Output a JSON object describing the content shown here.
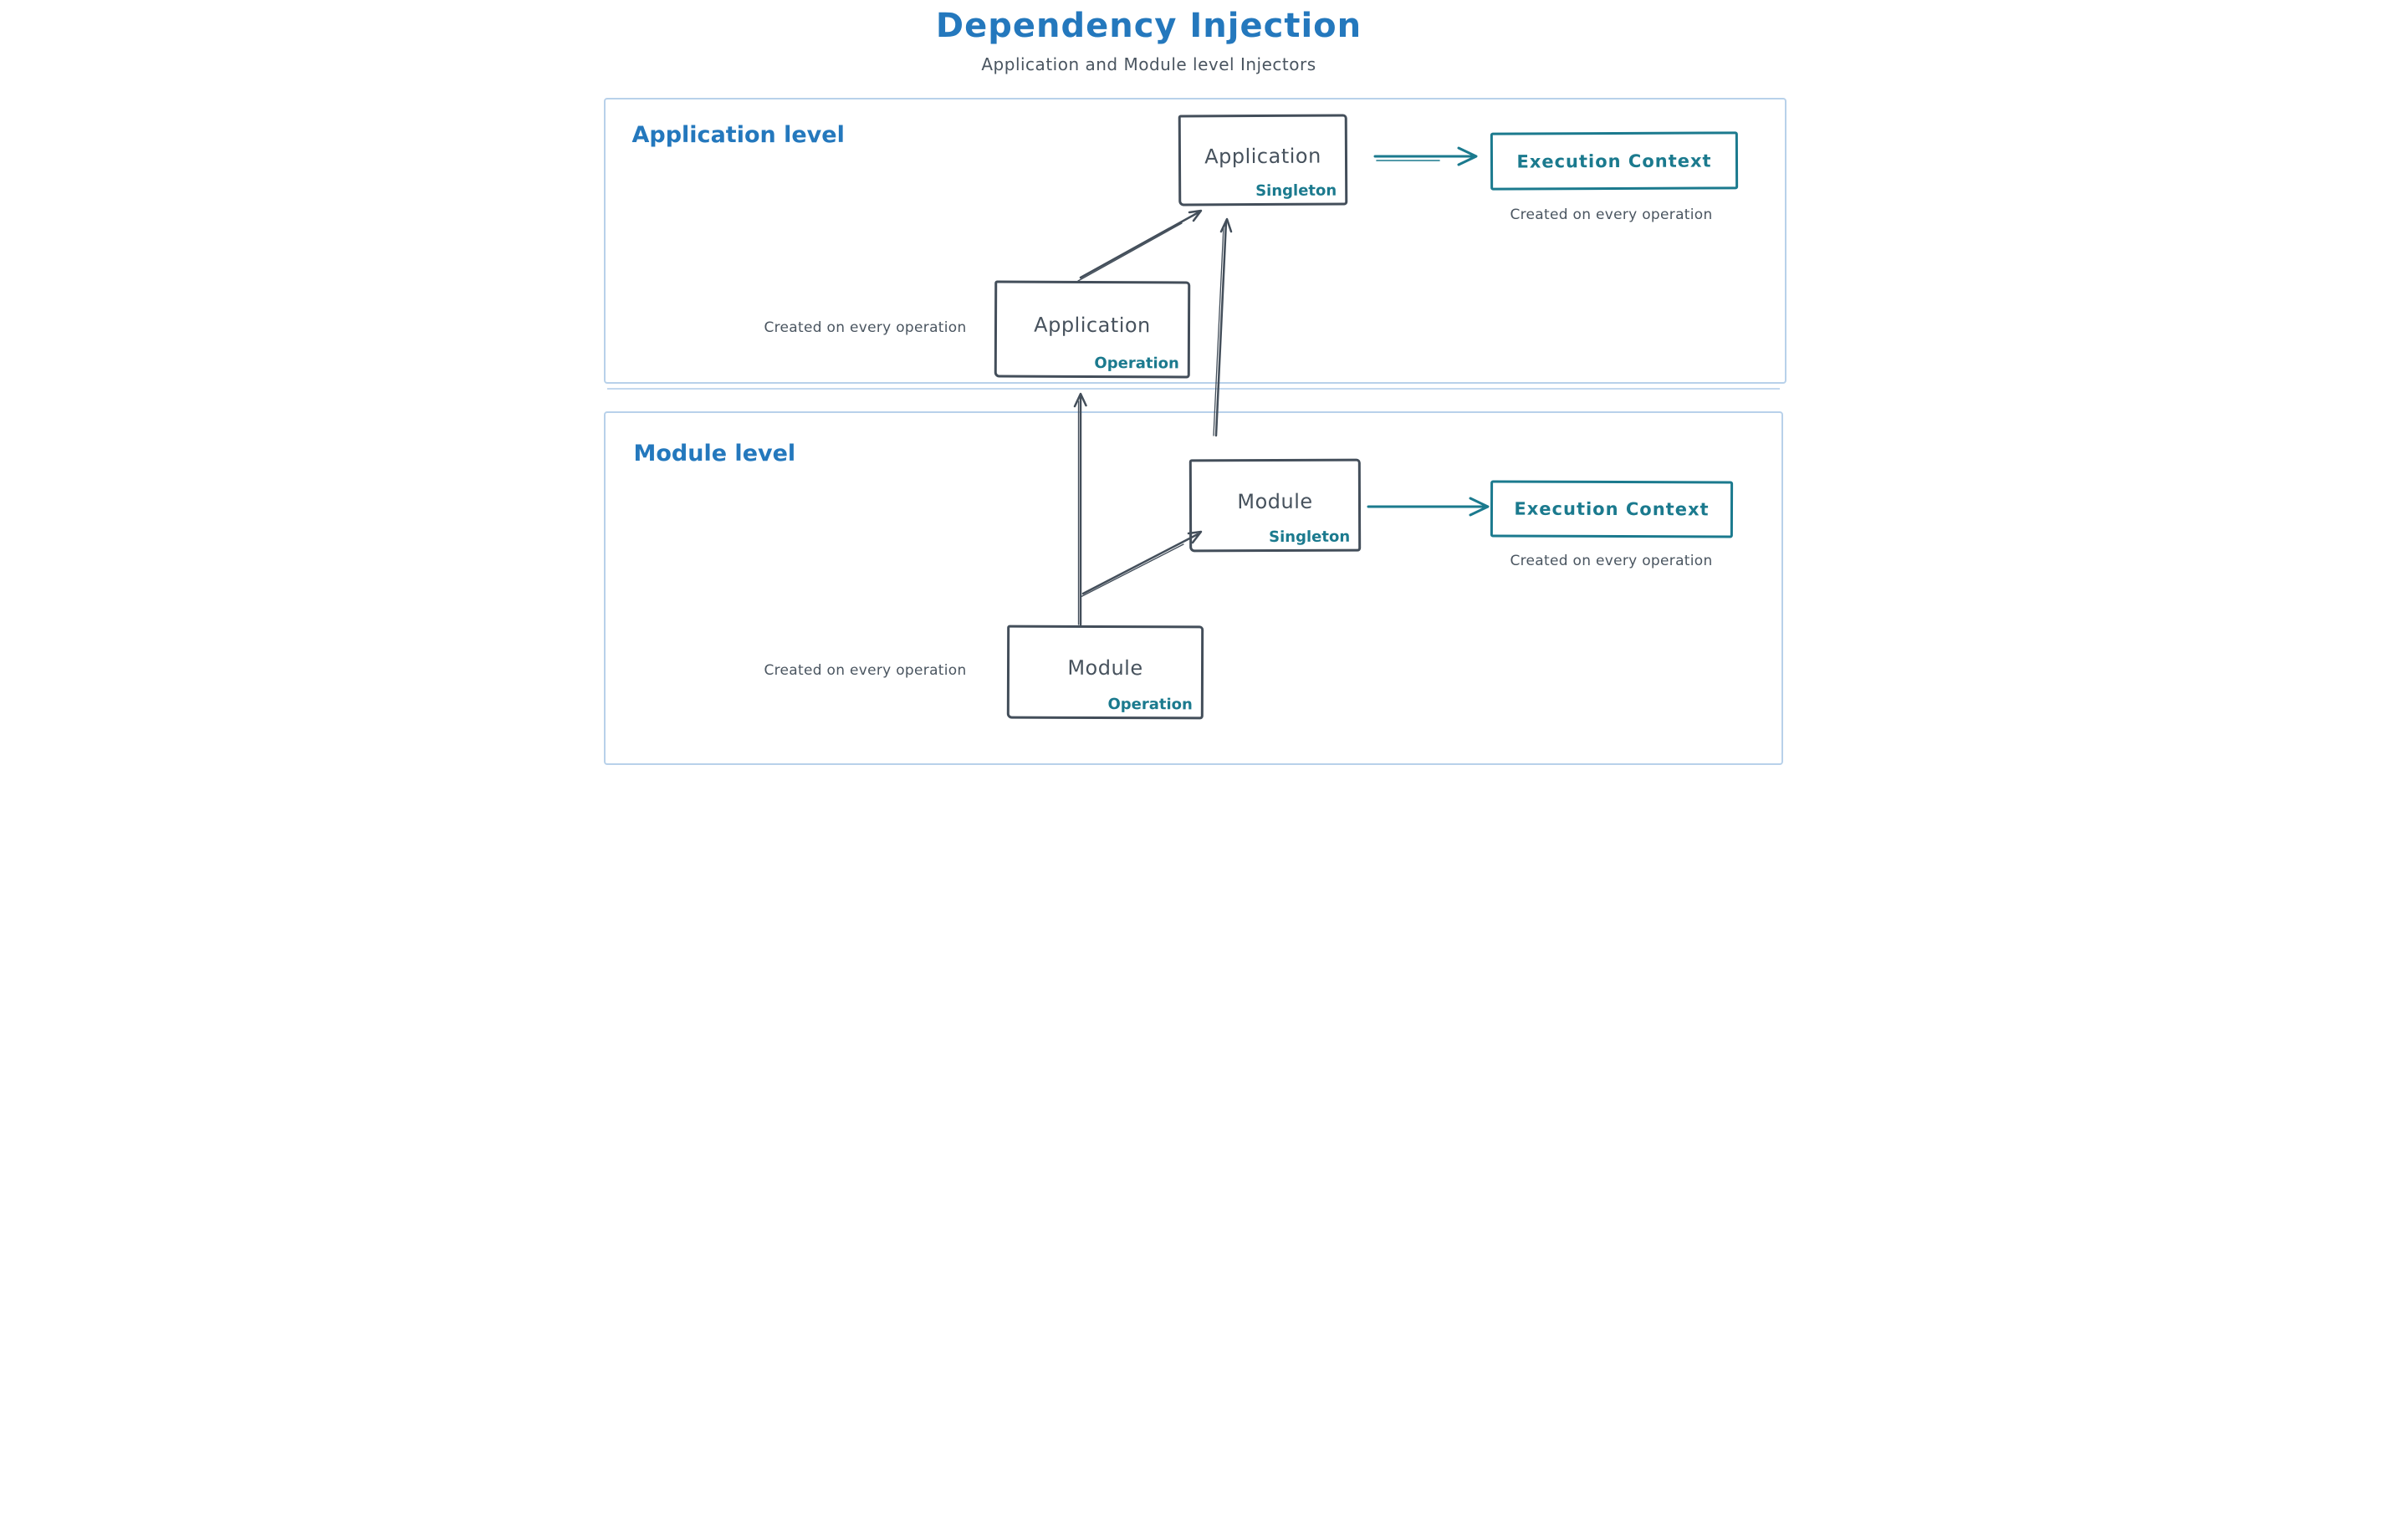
{
  "title": "Dependency Injection",
  "subtitle": "Application and Module level Injectors",
  "colors": {
    "accent_blue": "#2478bd",
    "teal": "#1b7a8e",
    "ink_gray": "#4a5560",
    "box_stroke": "#434e5a",
    "section_border": "#b8d1ea"
  },
  "application_level": {
    "label": "Application level",
    "singleton_box": {
      "title": "Application",
      "scope": "Singleton"
    },
    "operation_box": {
      "title": "Application",
      "scope": "Operation"
    },
    "execution_context": {
      "label": "Execution Context"
    },
    "operation_note": "Created on every operation",
    "context_note": "Created on every operation"
  },
  "module_level": {
    "label": "Module level",
    "singleton_box": {
      "title": "Module",
      "scope": "Singleton"
    },
    "operation_box": {
      "title": "Module",
      "scope": "Operation"
    },
    "execution_context": {
      "label": "Execution Context"
    },
    "operation_note": "Created on every operation",
    "context_note": "Created on every operation"
  }
}
